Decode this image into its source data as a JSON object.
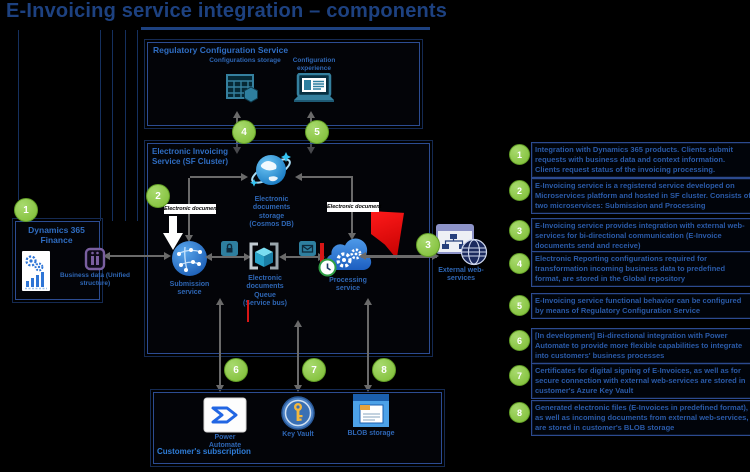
{
  "title": "E-Invoicing service integration – components",
  "rcs": {
    "title": "Regulatory Configuration Service",
    "storage_label": "Configurations storage",
    "experience_label": "Configuration experience"
  },
  "eis": {
    "title": "Electronic Invoicing Service (SF Cluster)",
    "submission": "Submission service",
    "documents_storage": "Electronic documents storage (Cosmos DB)",
    "queue": "Electronic documents Queue (Service bus)",
    "processing": "Processing service"
  },
  "finance": {
    "title": "Dynamics 365 Finance",
    "caption": "Business data (Unified structure)"
  },
  "external_label": "External web-services",
  "chip": "Electronic document",
  "customer": {
    "title": "Customer's subscription",
    "power_automate": "Power Automate",
    "key_vault": "Key Vault",
    "blob": "BLOB storage"
  },
  "callouts": [
    {
      "n": "1",
      "text": "Integration with Dynamics 365 products. Clients submit requests with business data and context information. Clients request status of the invoicing processing."
    },
    {
      "n": "2",
      "text": "E-Invoicing service is a registered service developed on Microservices platform and hosted in SF cluster. Consists of two microservices: Submission and Processing"
    },
    {
      "n": "3",
      "text": "E-Invoicing service provides integration with external web-services for bi-directional communication (E-Invoice documents send and receive)"
    },
    {
      "n": "4",
      "text": "Electronic Reporting configurations required for transformation incoming business data to predefined format, are stored in the Global repository"
    },
    {
      "n": "5",
      "text": "E-Invoicing service functional behavior can be configured by means of Regulatory Configuration Service"
    },
    {
      "n": "6",
      "text": "[In development] Bi-directional integration with Power Automate to provide more flexible capabilities to integrate into customers' business processes"
    },
    {
      "n": "7",
      "text": "Certificates for digital signing of E-Invoices, as well as for secure connection with external web-services are stored in customer's Azure Key Vault"
    },
    {
      "n": "8",
      "text": "Generated electronic files (E-Invoices in predefined format), as well as incoming documents from external web-services, are stored in customer's BLOB storage"
    }
  ],
  "colors": {
    "background": "#000000",
    "title_navy": "#1d4180",
    "label_blue": "#2e66b4",
    "callout_green": "#8dc63f",
    "teal_icon": "#35809e",
    "red_accent": "#d81616"
  },
  "icons": {
    "configurations_storage": "table-hexagon-icon",
    "configuration_experience": "laptop-icon",
    "documents_storage": "cosmos-db-planet-icon",
    "submission": "network-sphere-icon",
    "queue": "cube-brackets-icon",
    "processing": "cloud-gears-icon",
    "schedule": "clock-icon",
    "external": "browser-globe-icon",
    "finance": "document-gears-chart-icon",
    "connector": "purple-connector-icon",
    "power_automate": "power-automate-icon",
    "key_vault": "key-vault-icon",
    "blob": "blob-storage-icon"
  }
}
